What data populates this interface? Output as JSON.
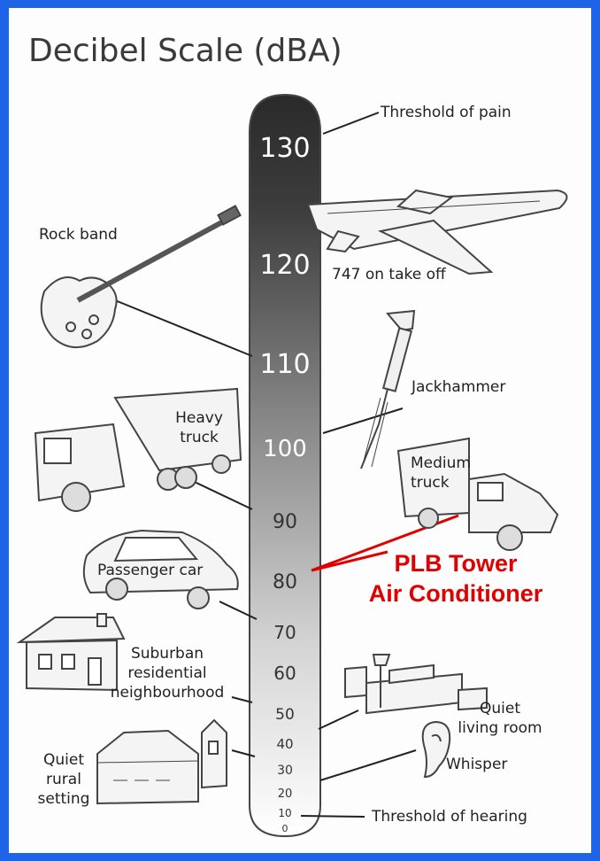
{
  "title": "Decibel Scale (dBA)",
  "scale": {
    "ticks": [
      {
        "value": "130",
        "db": 130
      },
      {
        "value": "120",
        "db": 120
      },
      {
        "value": "110",
        "db": 110
      },
      {
        "value": "100",
        "db": 100
      },
      {
        "value": "90",
        "db": 90
      },
      {
        "value": "80",
        "db": 80
      },
      {
        "value": "70",
        "db": 70
      },
      {
        "value": "60",
        "db": 60
      },
      {
        "value": "50",
        "db": 50
      },
      {
        "value": "40",
        "db": 40
      },
      {
        "value": "30",
        "db": 30
      },
      {
        "value": "20",
        "db": 20
      },
      {
        "value": "10",
        "db": 10
      },
      {
        "value": "0",
        "db": 0
      }
    ]
  },
  "labels": {
    "threshold_pain": "Threshold of pain",
    "plane": "747 on take off",
    "rock_band": "Rock band",
    "jackhammer": "Jackhammer",
    "heavy_truck_1": "Heavy",
    "heavy_truck_2": "truck",
    "medium_truck_1": "Medium",
    "medium_truck_2": "truck",
    "passenger_car": "Passenger car",
    "suburban_1": "Suburban",
    "suburban_2": "residential",
    "suburban_3": "neighbourhood",
    "quiet_living_1": "Quiet",
    "quiet_living_2": "living room",
    "whisper": "Whisper",
    "quiet_rural_1": "Quiet",
    "quiet_rural_2": "rural",
    "quiet_rural_3": "setting",
    "threshold_hearing": "Threshold of hearing"
  },
  "annotation": {
    "line1": "PLB Tower",
    "line2": "Air Conditioner",
    "color": "#e00000"
  },
  "icons": [
    "guitar-icon",
    "airplane-icon",
    "jackhammer-icon",
    "heavy-truck-icon",
    "medium-truck-icon",
    "car-icon",
    "house-icon",
    "bedroom-icon",
    "ear-icon",
    "barn-icon"
  ]
}
